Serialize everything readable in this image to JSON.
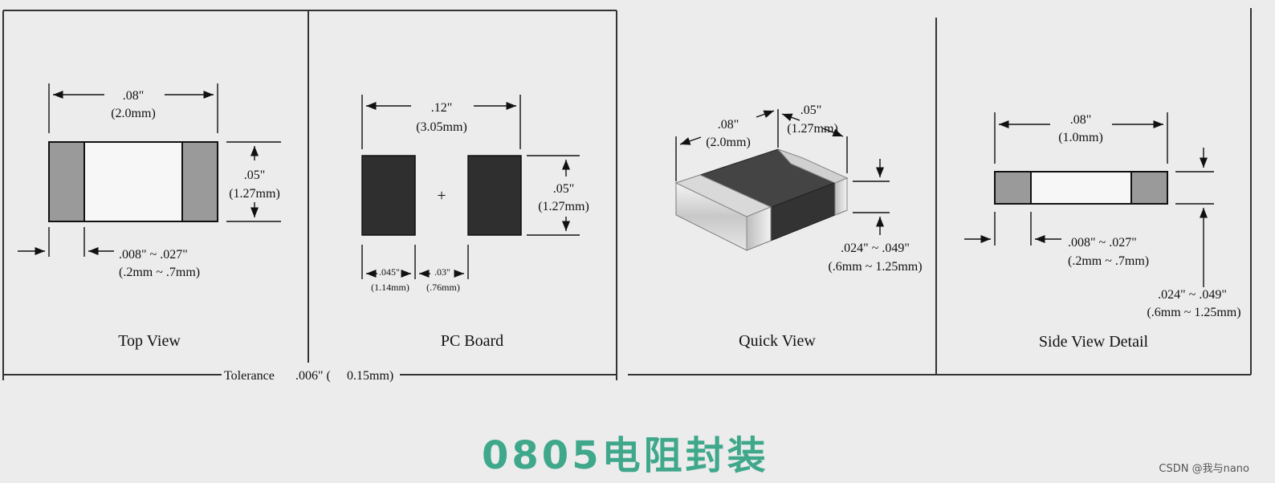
{
  "colors": {
    "pad_gray": "#9a9a9a",
    "body_dark": "#2f2f2f",
    "title_green": "#3fa88b"
  },
  "top_view": {
    "label": "Top View",
    "length_in": ".08\"",
    "length_mm": "(2.0mm)",
    "width_in": ".05\"",
    "width_mm": "(1.27mm)",
    "terminal_in": ".008\" ~ .027\"",
    "terminal_mm": "(.2mm ~ .7mm)"
  },
  "pc_board": {
    "label": "PC Board",
    "span_in": ".12\"",
    "span_mm": "(3.05mm)",
    "height_in": ".05\"",
    "height_mm": "(1.27mm)",
    "pad_in": ".045\"",
    "pad_mm": "(1.14mm)",
    "gap_in": ".03\"",
    "gap_mm": "(.76mm)",
    "center_mark": "+"
  },
  "quick_view": {
    "label": "Quick View",
    "length_in": ".08\"",
    "length_mm": "(2.0mm)",
    "width_in": ".05\"",
    "width_mm": "(1.27mm)",
    "thickness_in": ".024\" ~ .049\"",
    "thickness_mm": "(.6mm ~ 1.25mm)"
  },
  "side_view": {
    "label": "Side View Detail",
    "length_in": ".08\"",
    "length_mm": "(1.0mm)",
    "terminal_in": ".008\" ~ .027\"",
    "terminal_mm": "(.2mm ~ .7mm)",
    "thickness_in": ".024\" ~ .049\"",
    "thickness_mm": "(.6mm ~ 1.25mm)"
  },
  "tolerance": {
    "label": "Tolerance",
    "value": ".006\" (",
    "value_mm": "0.15mm)"
  },
  "title": "0805电阻封装",
  "watermark": "CSDN @我与nano"
}
